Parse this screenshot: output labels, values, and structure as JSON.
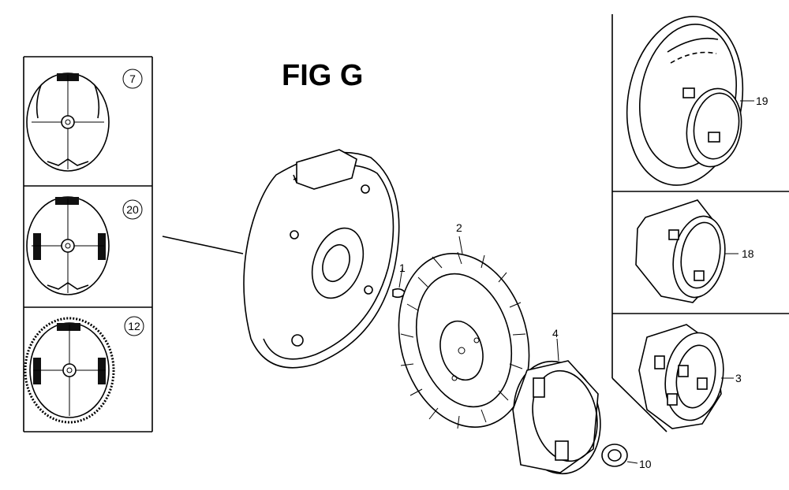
{
  "title": "FIG G",
  "left_panel": {
    "items": [
      {
        "number": "7"
      },
      {
        "number": "20"
      },
      {
        "number": "12"
      }
    ]
  },
  "callouts": {
    "key": "1",
    "fan": "2",
    "cup_large": "4",
    "nut": "10",
    "pulley_19": "19",
    "cup_18": "18",
    "cup_3": "3"
  }
}
